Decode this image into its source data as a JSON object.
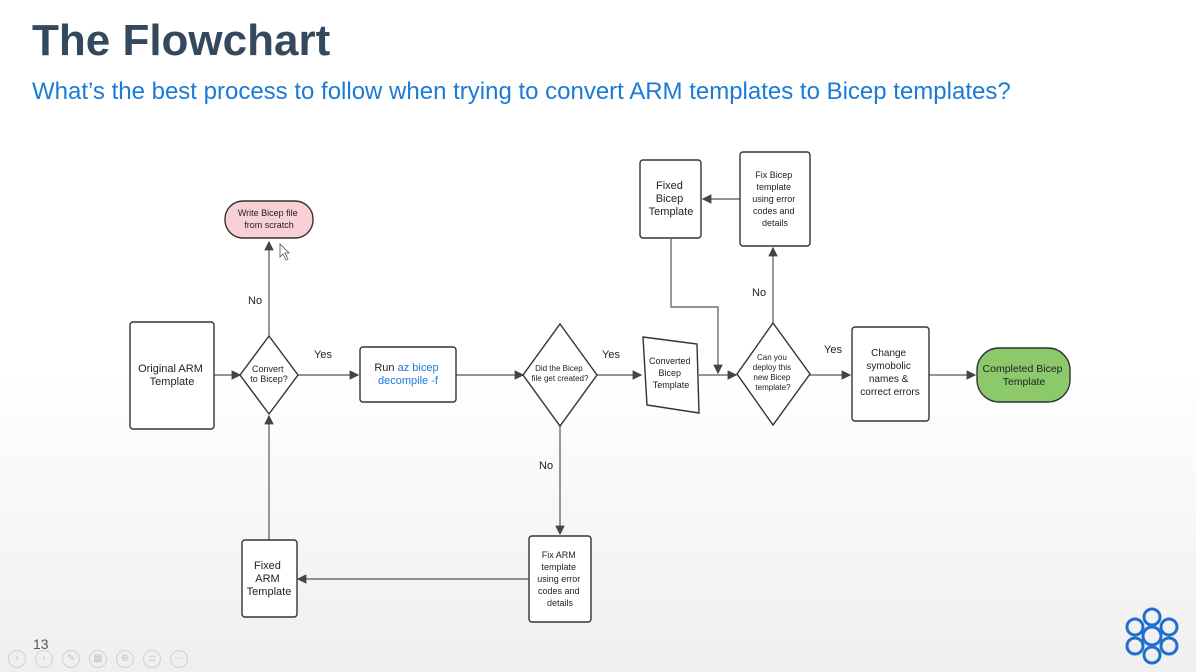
{
  "slide": {
    "title": "The Flowchart",
    "subtitle": "What’s the best process to follow when trying to convert ARM templates to Bicep templates?",
    "page_number": "13"
  },
  "colors": {
    "title": "#34495e",
    "subtitle": "#1a7bd6",
    "scratch_node_fill": "#f8d0d6",
    "completed_node_fill": "#8cc96a",
    "command_text": "#1a7bd6",
    "logo": "#1f6fd1"
  },
  "nodes": {
    "original_arm": [
      "Original ARM",
      "Template"
    ],
    "convert_decision": [
      "Convert",
      "to Bicep?"
    ],
    "scratch": [
      "Write Bicep file",
      "from scratch"
    ],
    "run_prefix": "Run ",
    "run_cmd_line1": "az bicep",
    "run_cmd_line2": "decompile -f",
    "created_decision": [
      "Did the Bicep",
      "file get created?"
    ],
    "converted_bicep": [
      "Converted",
      "Bicep",
      "Template"
    ],
    "fixed_bicep": [
      "Fixed",
      "Bicep",
      "Template"
    ],
    "fix_bicep": [
      "Fix Bicep",
      "template",
      "using error",
      "codes and",
      "details"
    ],
    "deploy_decision": [
      "Can you",
      "deploy this",
      "new Bicep",
      "template?"
    ],
    "change_names": [
      "Change",
      "symobolic",
      "names &",
      "correct errors"
    ],
    "completed": [
      "Completed Bicep",
      "Template"
    ],
    "fix_arm": [
      "Fix ARM",
      "template",
      "using error",
      "codes and",
      "details"
    ],
    "fixed_arm": [
      "Fixed",
      "ARM",
      "Template"
    ]
  },
  "edges": {
    "yes": "Yes",
    "no": "No"
  },
  "icons": {
    "logo": "blue-network-logo-icon",
    "nav": [
      "back-icon",
      "forward-icon",
      "pen-icon",
      "grid-icon",
      "zoom-icon",
      "subtitle-icon",
      "more-icon"
    ]
  }
}
